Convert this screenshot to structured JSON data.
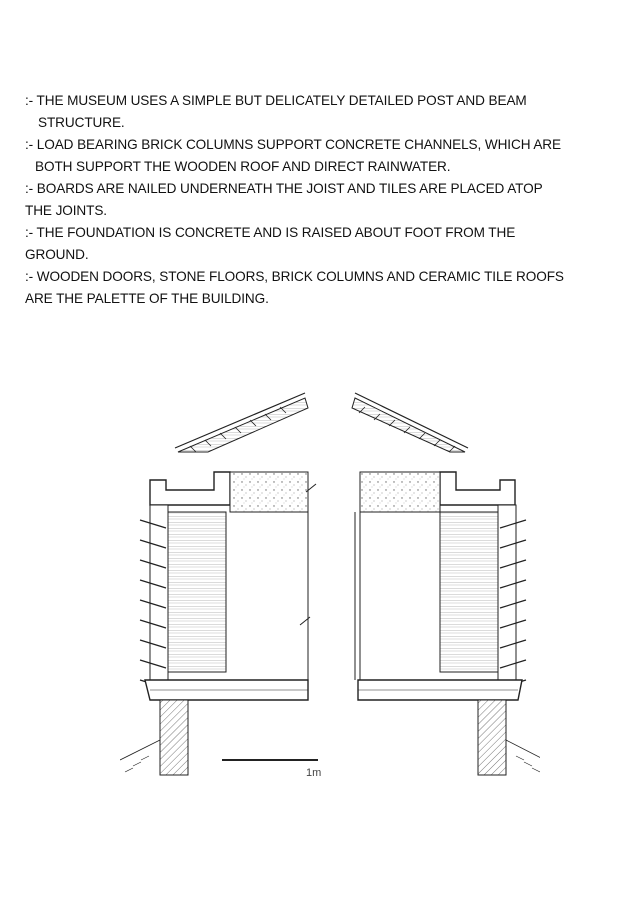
{
  "page": {
    "lines": [
      ":- THE MUSEUM USES A SIMPLE BUT DELICATELY DETAILED POST AND BEAM",
      "STRUCTURE.",
      ":- LOAD BEARING BRICK COLUMNS SUPPORT CONCRETE CHANNELS, WHICH ARE",
      "BOTH SUPPORT THE WOODEN ROOF AND DIRECT RAINWATER.",
      ":- BOARDS ARE NAILED UNDERNEATH THE JOIST AND TILES ARE PLACED ATOP",
      "THE JOINTS.",
      ":- THE FOUNDATION IS CONCRETE AND IS RAISED ABOUT FOOT FROM THE",
      "GROUND.",
      ":- WOODEN DOORS, STONE FLOORS, BRICK COLUMNS AND CERAMIC TILE ROOFS",
      "ARE THE PALETTE OF THE BUILDING."
    ],
    "scale_label": "1m"
  }
}
